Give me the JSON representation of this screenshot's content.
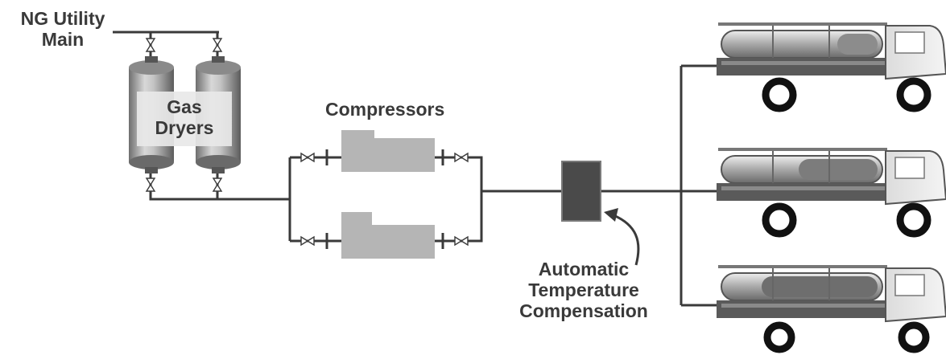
{
  "labels": {
    "source_line1": "NG Utility",
    "source_line2": "Main",
    "dryers_line1": "Gas",
    "dryers_line2": "Dryers",
    "compressors": "Compressors",
    "atc_line1": "Automatic",
    "atc_line2": "Temperature",
    "atc_line3": "Compensation"
  },
  "colors": {
    "pipe": "#3a3a3a",
    "compressor": "#b5b5b5",
    "atc_box": "#4a4a4a",
    "text": "#3a3a3a"
  },
  "icons": [
    "valve-icon",
    "flange-icon",
    "truck-icon",
    "arrow-icon"
  ]
}
